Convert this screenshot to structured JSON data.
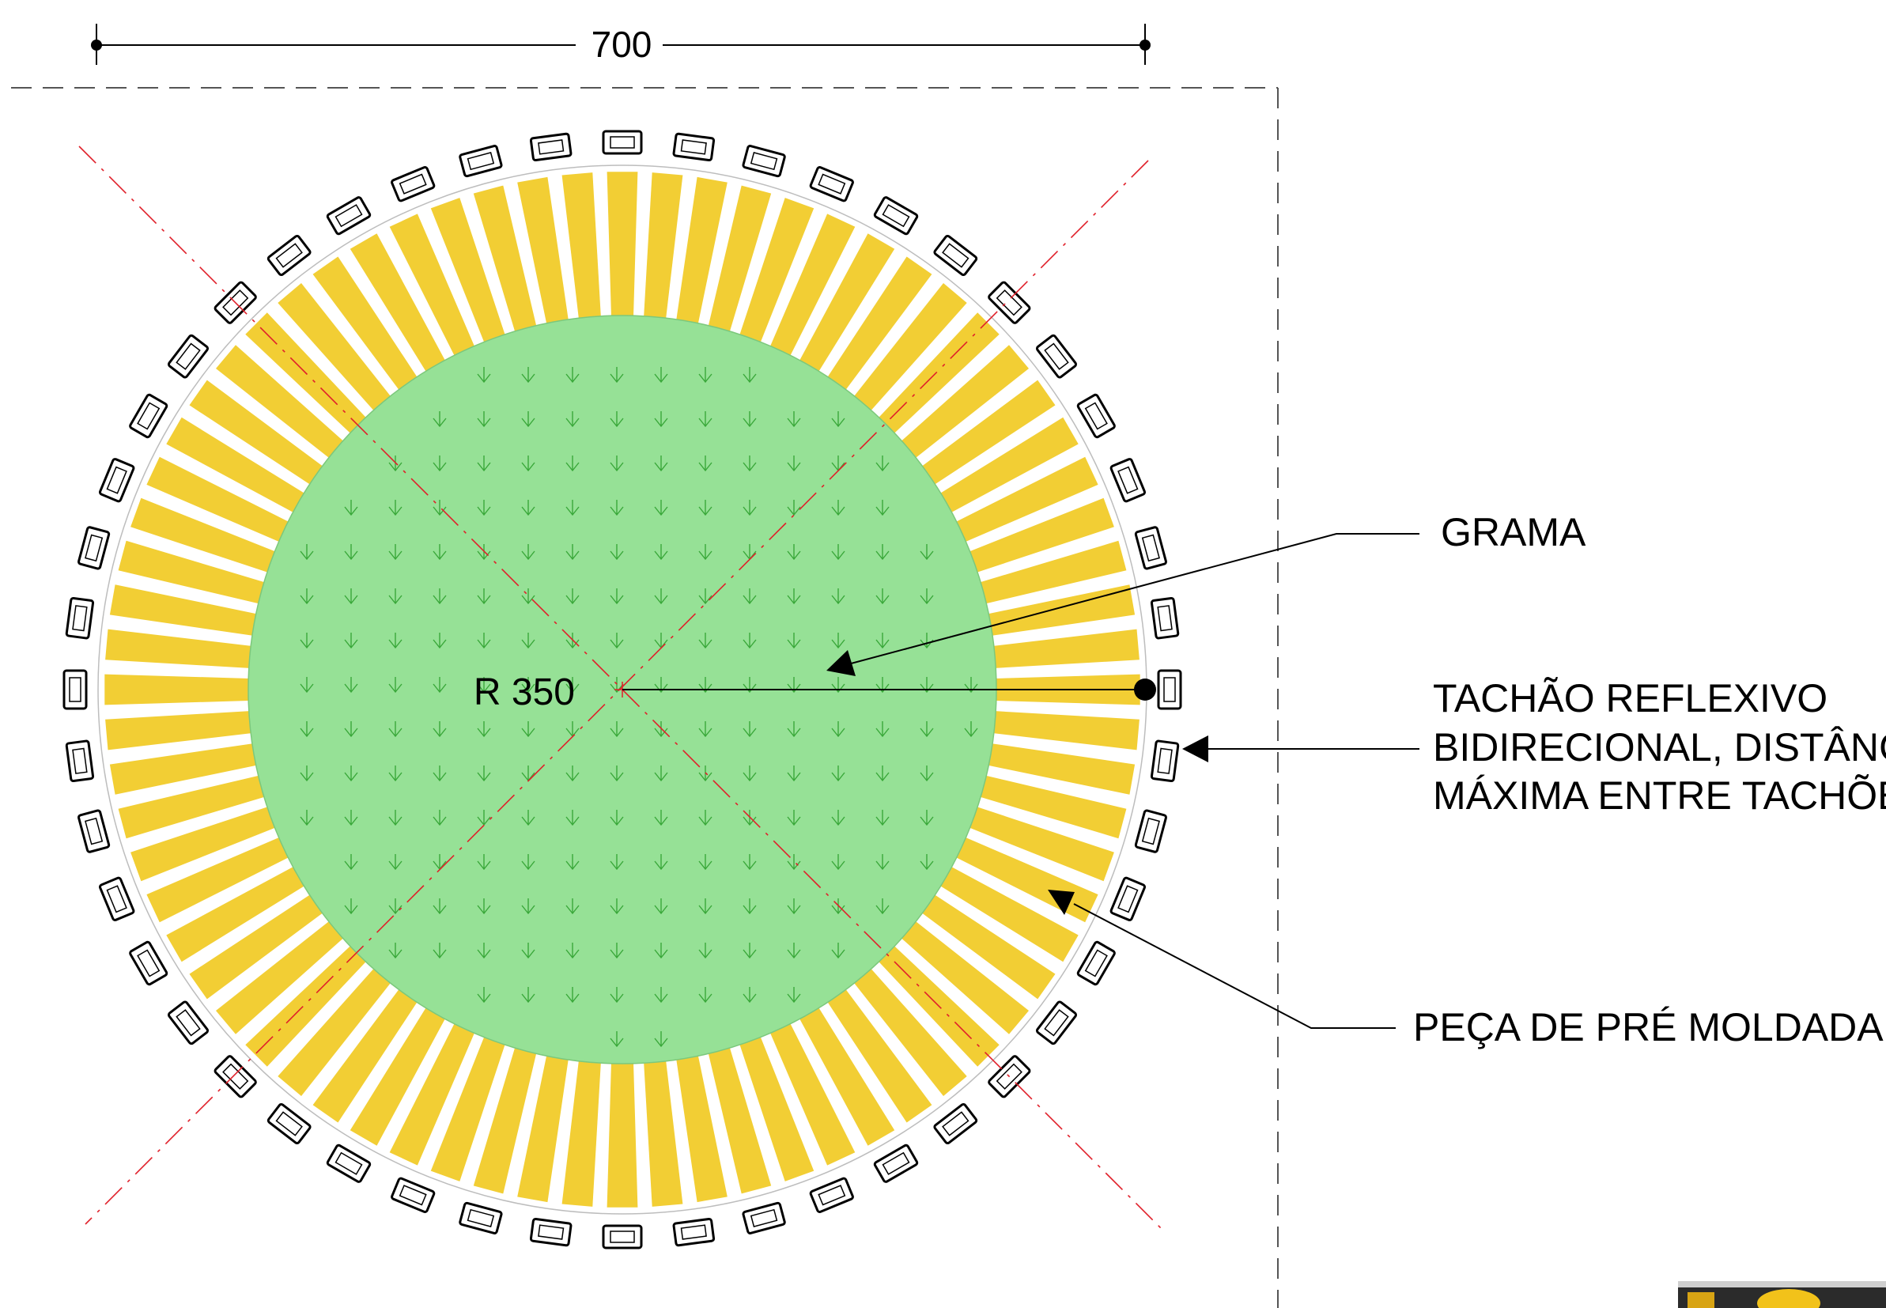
{
  "dimension": {
    "width_value": "700"
  },
  "radius_label": "R 350",
  "callouts": {
    "grass": "GRAMA",
    "reflector_line1": "TACHÃO REFLEXIVO",
    "reflector_line2": "BIDIRECIONAL, DISTÂNCIA",
    "reflector_line3": "MÁXIMA ENTRE TACHÕES",
    "precast": "PEÇA DE PRÉ MOLDADA"
  },
  "colors": {
    "grass_fill": "#96e196",
    "grass_symbol": "#3aa83a",
    "precast_fill": "#f2ce34",
    "axis_line": "#e0202a",
    "line": "#000000",
    "boundary": "#555555"
  },
  "counts": {
    "precast_segments": 72,
    "reflectors": 48
  }
}
